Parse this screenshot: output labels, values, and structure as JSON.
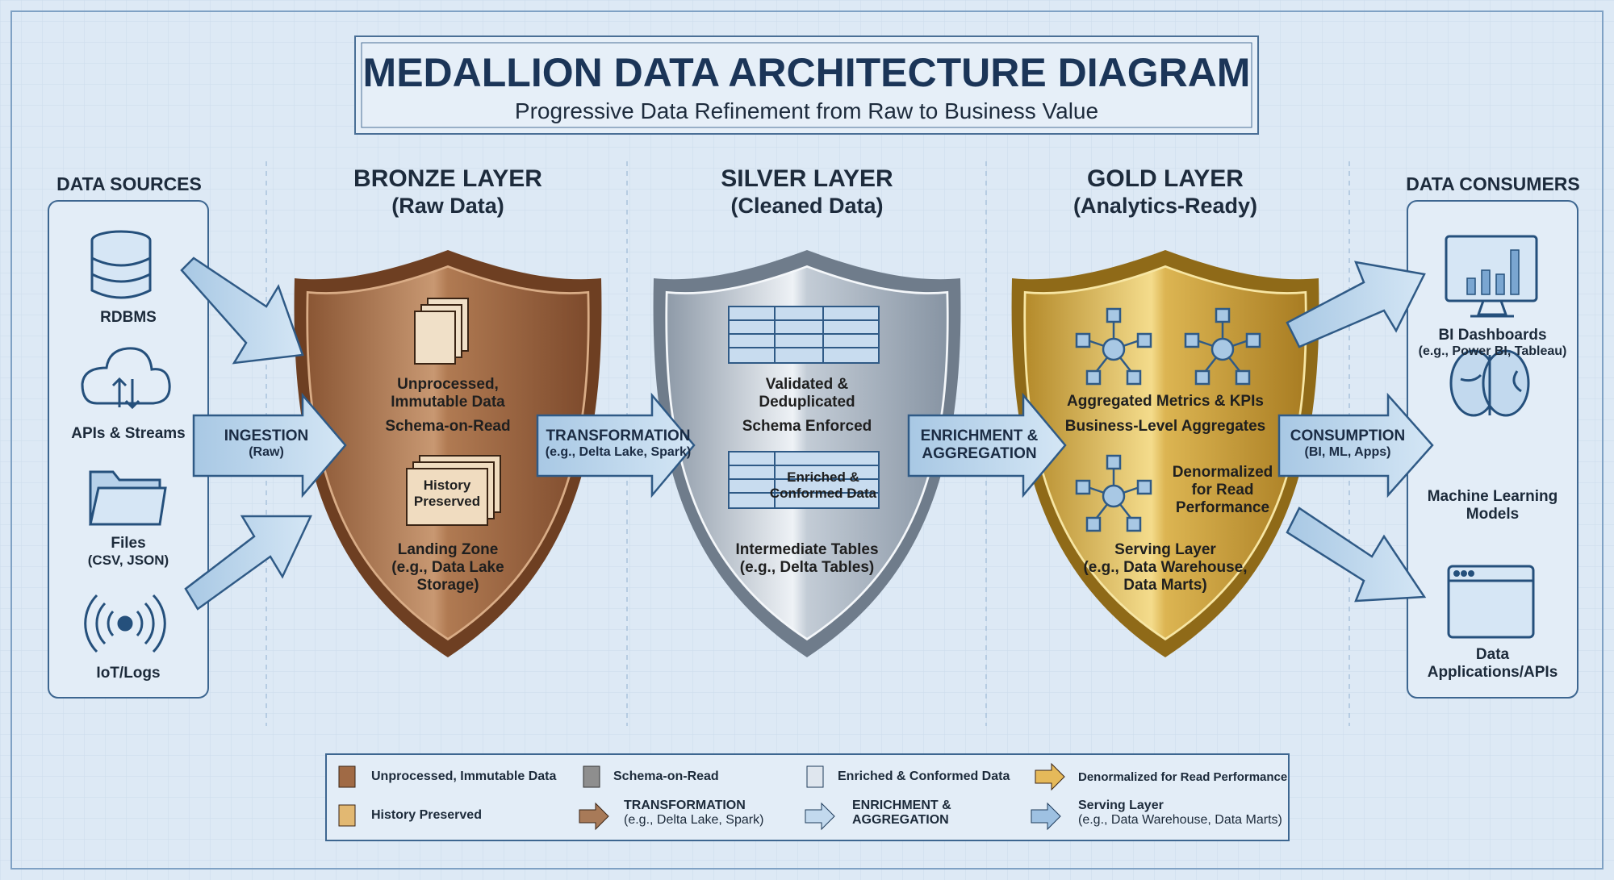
{
  "title": "MEDALLION DATA ARCHITECTURE DIAGRAM",
  "subtitle": "Progressive Data Refinement from Raw to Business Value",
  "sources": {
    "header": "DATA SOURCES",
    "items": [
      {
        "label": "RDBMS",
        "icon": "database-icon"
      },
      {
        "label": "APIs & Streams",
        "icon": "cloud-icon"
      },
      {
        "label": "Files",
        "sub": "(CSV, JSON)",
        "icon": "folder-icon"
      },
      {
        "label": "IoT/Logs",
        "icon": "signal-icon"
      }
    ]
  },
  "bronze": {
    "title": "BRONZE LAYER",
    "sub": "(Raw Data)",
    "texts": [
      "Unprocessed,",
      "Immutable Data",
      "Schema-on-Read",
      "History",
      "Preserved",
      "Landing Zone",
      "(e.g., Data Lake",
      "Storage)"
    ],
    "color": "#b07a52"
  },
  "silver": {
    "title": "SILVER LAYER",
    "sub": "(Cleaned Data)",
    "texts": [
      "Validated &",
      "Deduplicated",
      "Schema Enforced",
      "Enriched &",
      "Conformed Data",
      "Intermediate Tables",
      "(e.g., Delta Tables)"
    ],
    "color": "#b8c3cf"
  },
  "gold": {
    "title": "GOLD LAYER",
    "sub": "(Analytics-Ready)",
    "texts": [
      "Aggregated Metrics & KPIs",
      "Business-Level Aggregates",
      "Denormalized",
      "for Read",
      "Performance",
      "Serving Layer",
      "(e.g., Data Warehouse,",
      "Data Marts)"
    ],
    "color": "#d9b34e"
  },
  "arrows": {
    "ingestion": [
      "INGESTION",
      "(Raw)"
    ],
    "transformation": [
      "TRANSFORMATION",
      "(e.g., Delta Lake, Spark)"
    ],
    "enrichment": [
      "ENRICHMENT &",
      "AGGREGATION"
    ],
    "consumption": [
      "CONSUMPTION",
      "(BI, ML, Apps)"
    ]
  },
  "consumers": {
    "header": "DATA CONSUMERS",
    "items": [
      {
        "label": "BI Dashboards",
        "sub": "(e.g., Power BI, Tableau)",
        "icon": "dashboard-icon"
      },
      {
        "label": "Machine Learning",
        "sub": "Models",
        "icon": "brain-icon"
      },
      {
        "label": "Data",
        "sub": "Applications/APIs",
        "icon": "browser-window-icon"
      }
    ]
  },
  "legend": {
    "items": [
      "Unprocessed, Immutable Data",
      "Schema-on-Read",
      "Enriched & Conformed Data",
      "Denormalized for Read Performance",
      "History Preserved"
    ],
    "transformation": [
      "TRANSFORMATION",
      "(e.g., Delta Lake, Spark)"
    ],
    "enrichment": [
      "ENRICHMENT &",
      "AGGREGATION"
    ],
    "serving": [
      "Serving Layer",
      "(e.g., Data Warehouse, Data Marts)"
    ]
  }
}
